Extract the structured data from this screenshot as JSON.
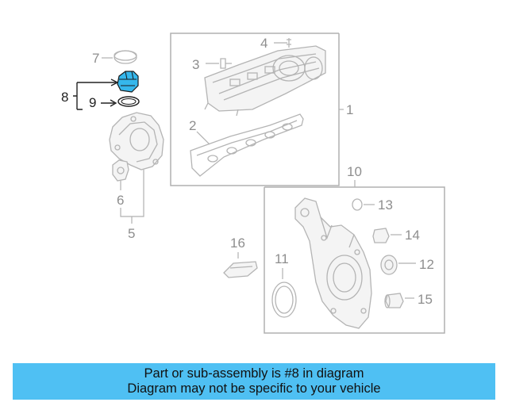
{
  "diagram": {
    "callouts": {
      "c1": "1",
      "c2": "2",
      "c3": "3",
      "c4": "4",
      "c5": "5",
      "c6": "6",
      "c7": "7",
      "c8": "8",
      "c9": "9",
      "c10": "10",
      "c11": "11",
      "c12": "12",
      "c13": "13",
      "c14": "14",
      "c15": "15",
      "c16": "16"
    },
    "highlighted_part": "8",
    "highlight_color": "#35b7ec"
  },
  "banner": {
    "line1": "Part or sub-assembly is #8 in diagram",
    "line2": "Diagram may not be specific to your vehicle",
    "background": "#4fc0f3"
  }
}
